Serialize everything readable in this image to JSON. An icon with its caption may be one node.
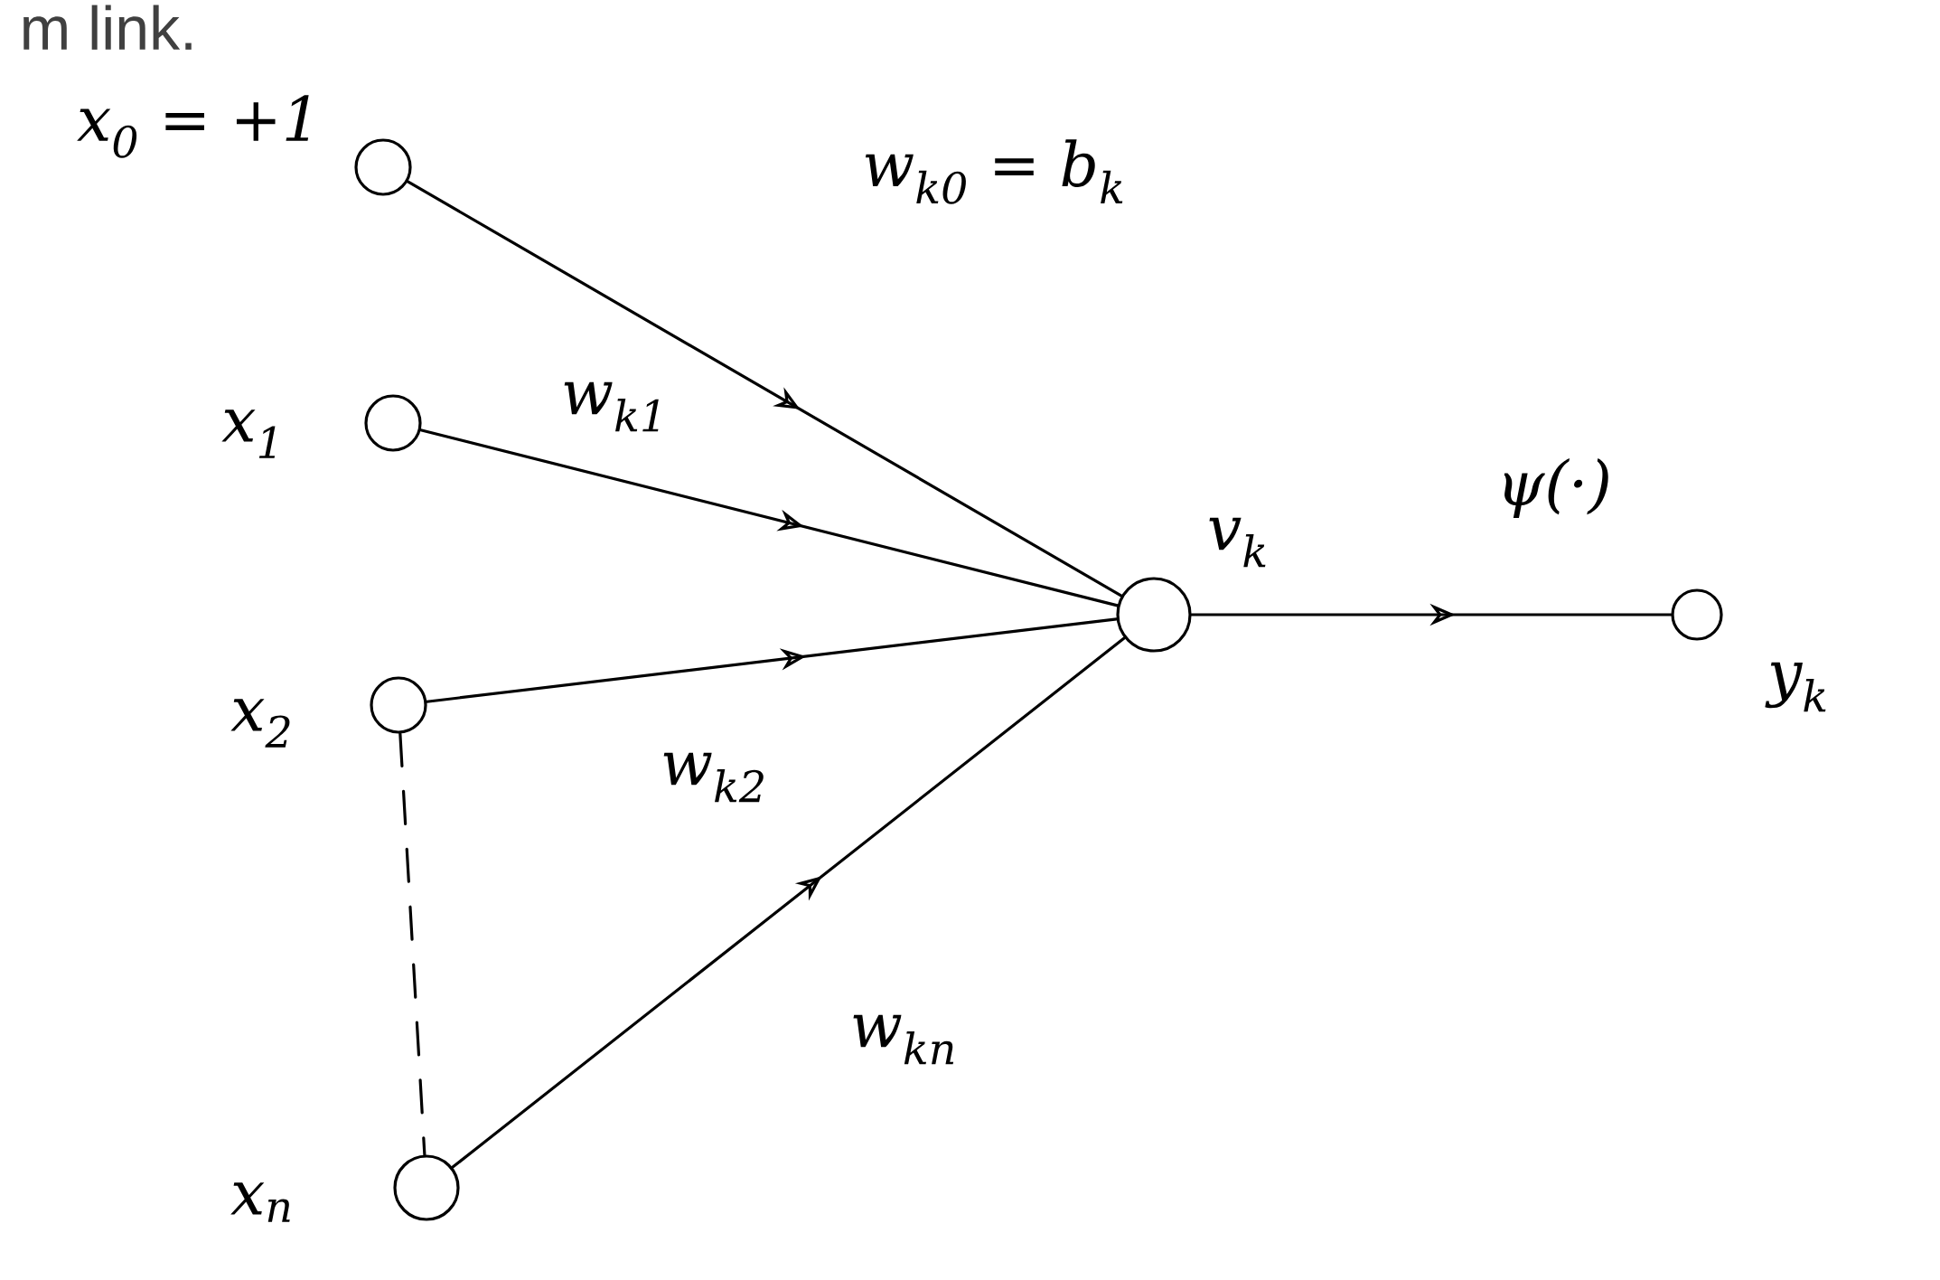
{
  "diagram": {
    "nodes": [
      {
        "text": [],
        "shape": "circle",
        "beside": [
          "x$_{0}$ = +1"
        ]
      },
      {
        "text": [],
        "shape": "circle",
        "beside": [
          "x$_{1}$"
        ]
      },
      {
        "text": [],
        "shape": "circle",
        "beside": [
          "x$_{2}$"
        ]
      },
      {
        "text": [],
        "shape": "circle",
        "beside": [
          "x$_{n}$"
        ]
      },
      {
        "text": [],
        "shape": "circle",
        "beside": [
          "v$_{k}$"
        ]
      },
      {
        "text": [],
        "shape": "circle",
        "beside": [
          "y$_{k}$"
        ]
      }
    ],
    "edges": [
      {
        "from": 0,
        "to": 4,
        "arrow": "to",
        "label": "w$_{k0}$ = b$_{k}$"
      },
      {
        "from": 1,
        "to": 4,
        "arrow": "to",
        "label": "w$_{k1}$"
      },
      {
        "from": 2,
        "to": 4,
        "arrow": "to",
        "label": "w$_{k2}$"
      },
      {
        "from": 3,
        "to": 4,
        "arrow": "to",
        "label": "w$_{kn}$"
      },
      {
        "from": 4,
        "to": 5,
        "arrow": "to",
        "label": "ψ(·)"
      },
      {
        "from": 2,
        "to": 3,
        "arrow": "none",
        "style": "dashed"
      }
    ],
    "labels": [
      "m link."
    ]
  }
}
